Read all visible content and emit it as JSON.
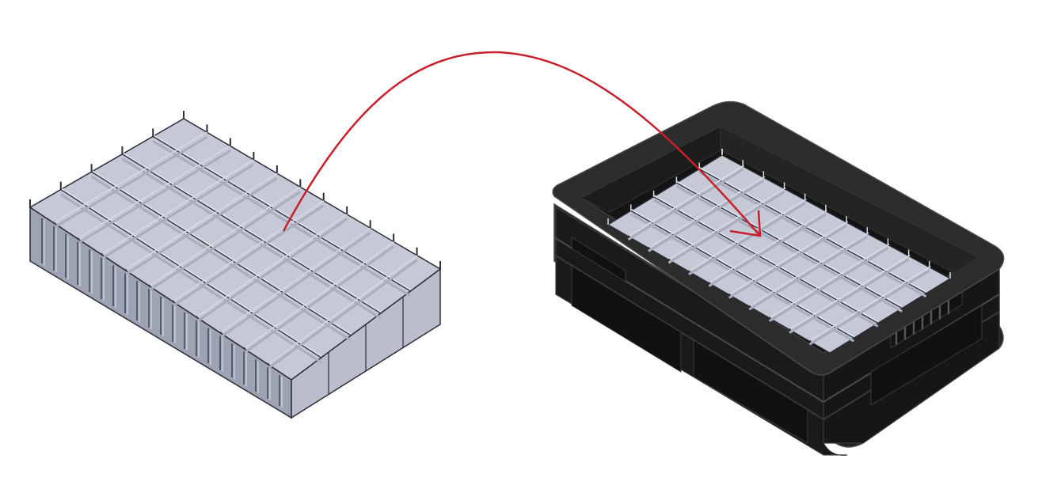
{
  "diagram": {
    "objects": [
      {
        "id": "divider-insert",
        "rows": 5,
        "cols": 11
      },
      {
        "id": "crate-with-divider",
        "rows": 5,
        "cols": 11
      }
    ],
    "arrow": {
      "from": "divider-insert",
      "to": "crate-with-divider"
    }
  },
  "colors": {
    "background": "#ffffff",
    "divider_top": "#c5c9d6",
    "divider_mid": "#a8adbd",
    "divider_light": "#dfe2ea",
    "divider_edge": "#2b2e38",
    "divider_front": "#9ea3b4",
    "divider_side": "#b9bdcc",
    "crate_body": "#1f1f1f",
    "crate_dark": "#111111",
    "crate_rim": "#2c2c2c",
    "crate_edge": "#4a4a4a",
    "arrow": "#c8202a"
  }
}
